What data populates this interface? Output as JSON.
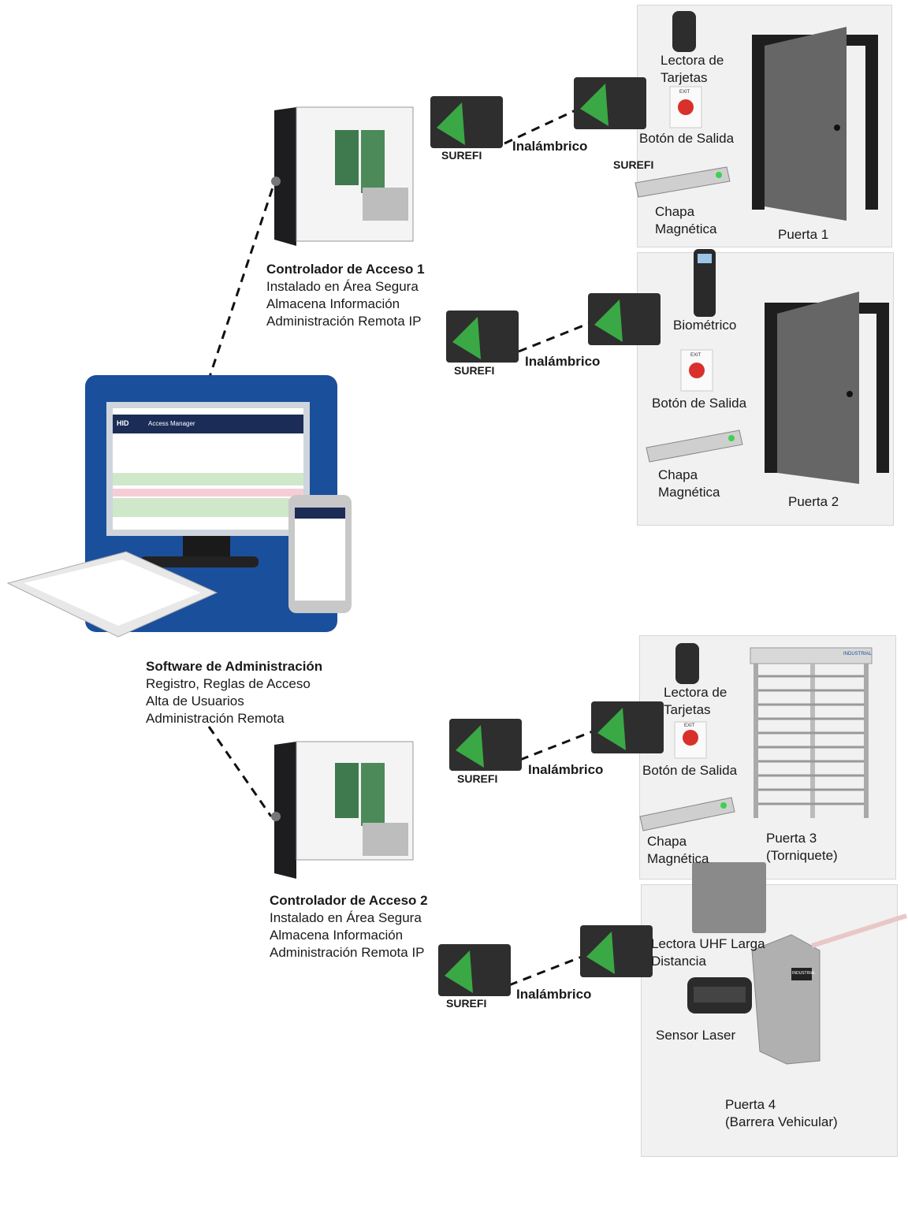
{
  "controllers": [
    {
      "title": "Controlador de Acceso 1",
      "lines": [
        "Instalado en Área Segura",
        "Almacena Información",
        "Administración Remota IP"
      ]
    },
    {
      "title": "Controlador de Acceso 2",
      "lines": [
        "Instalado en Área Segura",
        "Almacena Información",
        "Administración Remota IP"
      ]
    }
  ],
  "software": {
    "title": "Software de Administración",
    "lines": [
      "Registro, Reglas de Acceso",
      "Alta de Usuarios",
      "Administración Remota"
    ]
  },
  "labels": {
    "surefi": "SUREFI",
    "wireless": "Inalámbrico",
    "card_reader_1": "Lectora de",
    "card_reader_2": "Tarjetas",
    "exit_button": "Botón de Salida",
    "mag_lock_1": "Chapa",
    "mag_lock_2": "Magnética",
    "biometric": "Biométrico",
    "uhf_reader_1": "Lectora UHF Larga",
    "uhf_reader_2": "Distancia",
    "laser_sensor": "Sensor Laser",
    "exit_sign": "EXIT",
    "screen_app": "Access Manager",
    "screen_brand": "HID",
    "turnstile_brand": "INDUSTRIAL",
    "barrier_brand": "INDUSTRIAL"
  },
  "doors": {
    "door1": "Puerta 1",
    "door2": "Puerta 2",
    "door3": "Puerta 3",
    "door3_sub": "(Torniquete)",
    "door4": "Puerta 4",
    "door4_sub": "(Barrera Vehicular)"
  },
  "colors": {
    "surefi_green": "#3aa844",
    "device_dark": "#2e2e2e",
    "panel_bg": "#f1f1f1",
    "monitor_blue": "#1a4f9c",
    "exit_red": "#d9302b"
  }
}
